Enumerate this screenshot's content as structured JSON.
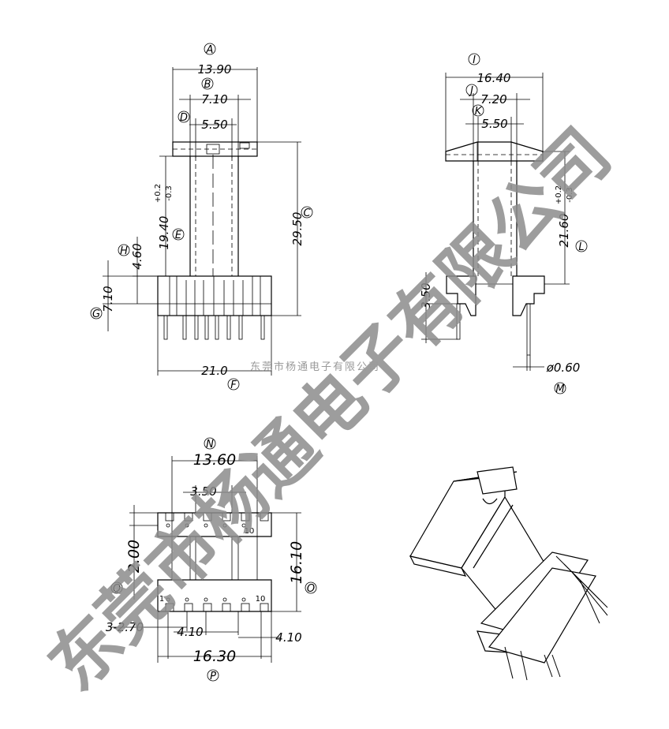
{
  "views": {
    "front": {
      "dims": {
        "a": "13.90",
        "b": "7.10",
        "d": "5.50",
        "c": "29.50",
        "e": "19.40",
        "e_tol_plus": "+0.2",
        "e_tol_minus": "-0.3",
        "h": "4.60",
        "g": "7.10",
        "f": "21.0"
      },
      "labels": {
        "a": "A",
        "b": "B",
        "d": "D",
        "c": "C",
        "e": "E",
        "h": "H",
        "g": "G",
        "f": "F"
      }
    },
    "side": {
      "dims": {
        "i": "16.40",
        "j": "7.20",
        "k": "5.50",
        "l": "21.60",
        "l_tol_plus": "+0.2",
        "l_tol_minus": "-0.3",
        "pin_h": "3.50",
        "m": "ø0.60"
      },
      "labels": {
        "i": "I",
        "j": "J",
        "k": "K",
        "l": "L",
        "m": "M"
      }
    },
    "bottom": {
      "dims": {
        "n": "13.60",
        "top_gap": "3.50",
        "o": "16.10",
        "q": "2.00",
        "pitch1": "3-2.70",
        "pitch2": "4.10",
        "pitch3": "4.10",
        "p": "16.30"
      },
      "labels": {
        "n": "N",
        "o": "O",
        "q": "Q",
        "p": "P"
      },
      "pin_numbers": {
        "first": "1",
        "last": "10"
      }
    }
  },
  "watermark": {
    "main": "东莞市杨通电子有限公司",
    "small": "东莞市杨通电子有限公司"
  }
}
